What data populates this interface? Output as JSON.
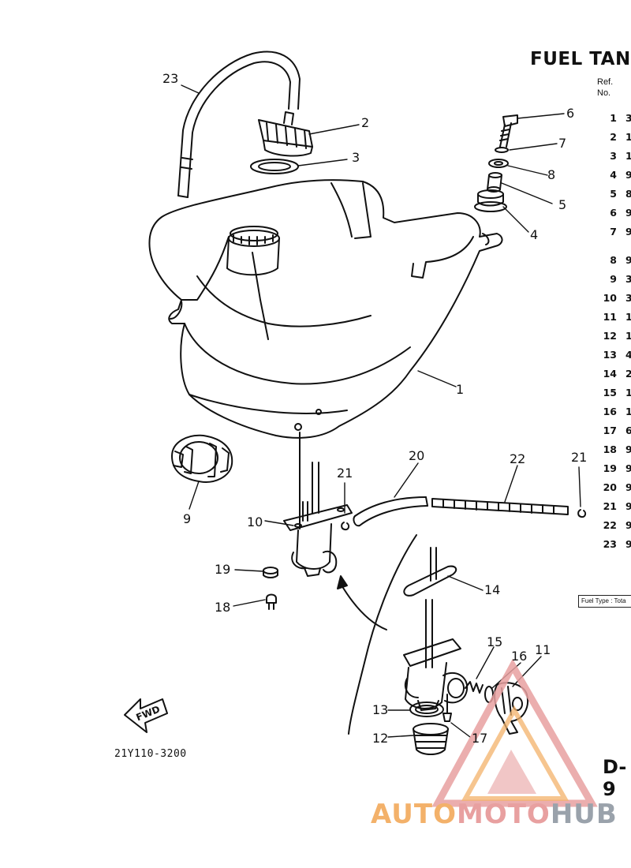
{
  "title": "FUEL TAN",
  "ref_header": [
    "Ref.",
    "No."
  ],
  "ref_rows": [
    {
      "no": "1",
      "digit": "3"
    },
    {
      "no": "2",
      "digit": "1"
    },
    {
      "no": "3",
      "digit": "1"
    },
    {
      "no": "4",
      "digit": "9"
    },
    {
      "no": "5",
      "digit": "8"
    },
    {
      "no": "6",
      "digit": "9"
    },
    {
      "no": "7",
      "digit": "9"
    },
    {
      "no": "8",
      "digit": "9"
    },
    {
      "no": "9",
      "digit": "3"
    },
    {
      "no": "10",
      "digit": "3"
    },
    {
      "no": "11",
      "digit": "1"
    },
    {
      "no": "12",
      "digit": "1"
    },
    {
      "no": "13",
      "digit": "4"
    },
    {
      "no": "14",
      "digit": "2"
    },
    {
      "no": "15",
      "digit": "1"
    },
    {
      "no": "16",
      "digit": "1"
    },
    {
      "no": "17",
      "digit": "6"
    },
    {
      "no": "18",
      "digit": "9"
    },
    {
      "no": "19",
      "digit": "9"
    },
    {
      "no": "20",
      "digit": "9"
    },
    {
      "no": "21",
      "digit": "9"
    },
    {
      "no": "22",
      "digit": "9"
    },
    {
      "no": "23",
      "digit": "9"
    }
  ],
  "callouts": [
    "23",
    "2",
    "3",
    "6",
    "7",
    "8",
    "5",
    "4",
    "1",
    "9",
    "21",
    "20",
    "22",
    "21",
    "10",
    "19",
    "18",
    "14",
    "15",
    "16",
    "11",
    "13",
    "17",
    "12"
  ],
  "fwd_label": "FWD",
  "part_number": "21Y110-3200",
  "fuel_type_label": "Fuel Type : Tota",
  "page_code": "D-9",
  "watermark": {
    "part_a": "AUTO",
    "part_b": "MOTO",
    "part_c": "HUB"
  },
  "colors": {
    "ink": "#111111",
    "watermark_orange": "#f3b16a",
    "watermark_pink": "#e8a0a0",
    "watermark_gray": "#9aa2ab"
  }
}
